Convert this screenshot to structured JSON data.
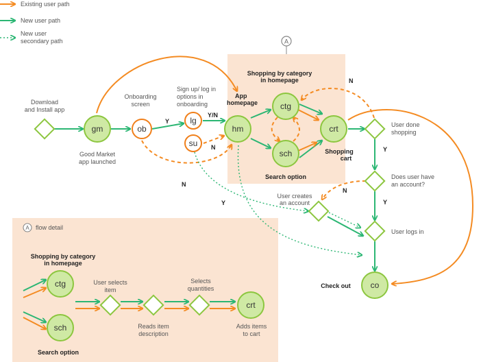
{
  "legend": {
    "existing": "Existing user path",
    "new_path": "New user path",
    "secondary_1": "New user",
    "secondary_2": "secondary path"
  },
  "marker_a": "A",
  "labels": {
    "download_1": "Download",
    "download_2": "and Install app",
    "gm_1": "Good Market",
    "gm_2": "app launched",
    "onboard_1": "Onboarding",
    "onboard_2": "screen",
    "signup_1": "Sign up/ log in",
    "signup_2": "options in",
    "signup_3": "onboarding",
    "app_home_1": "App",
    "app_home_2": "homepage",
    "shop_cat_1": "Shopping by category",
    "shop_cat_2": "in homepage",
    "search_option": "Search option",
    "shopping_cart_1": "Shopping",
    "shopping_cart_2": "cart",
    "done_1": "User done",
    "done_2": "shopping",
    "account_1": "Does user have",
    "account_2": "an account?",
    "creates_1": "User creates",
    "creates_2": "an account",
    "logs_in": "User logs in",
    "checkout": "Check out",
    "y1": "Y",
    "yn": "Y/N",
    "n1": "N",
    "n2": "N",
    "y2": "Y",
    "n3": "N",
    "y3": "Y",
    "y4": "Y",
    "n4": "N"
  },
  "nodes": {
    "gm": "gm",
    "ob": "ob",
    "lg": "lg",
    "su": "su",
    "hm": "hm",
    "ctg": "ctg",
    "sch": "sch",
    "crt": "crt",
    "co": "co"
  },
  "detail": {
    "header_marker": "A",
    "header": "flow detail",
    "shop_cat_1": "Shopping by category",
    "shop_cat_2": "in homepage",
    "ctg": "ctg",
    "sch": "sch",
    "crt": "crt",
    "search_option": "Search option",
    "selects_item_1": "User selects",
    "selects_item_2": "item",
    "reads_1": "Reads item",
    "reads_2": "description",
    "quantities_1": "Selects",
    "quantities_2": "quantities",
    "adds_1": "Adds items",
    "adds_2": "to cart"
  },
  "colors": {
    "existing_path": "#f48b22",
    "new_path": "#2bb673",
    "node_fill": "#cfe9a4",
    "node_stroke": "#8cc63f",
    "panel_fill": "#fbe4d2"
  }
}
